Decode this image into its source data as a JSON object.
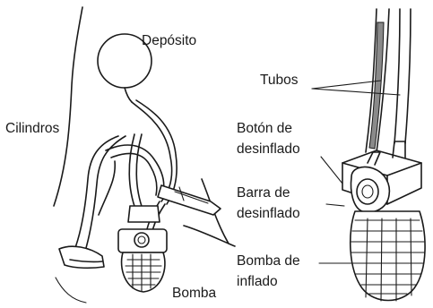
{
  "labels": {
    "reservoir": "Depósito",
    "cylinders": "Cilindros",
    "pump_left": "Bomba",
    "tubes": "Tubos",
    "deflate_button_line1": "Botón de",
    "deflate_button_line2": "desinflado",
    "deflate_bar_line1": "Barra de",
    "deflate_bar_line2": "desinflado",
    "inflate_pump_line1": "Bomba de",
    "inflate_pump_line2": "inflado"
  }
}
